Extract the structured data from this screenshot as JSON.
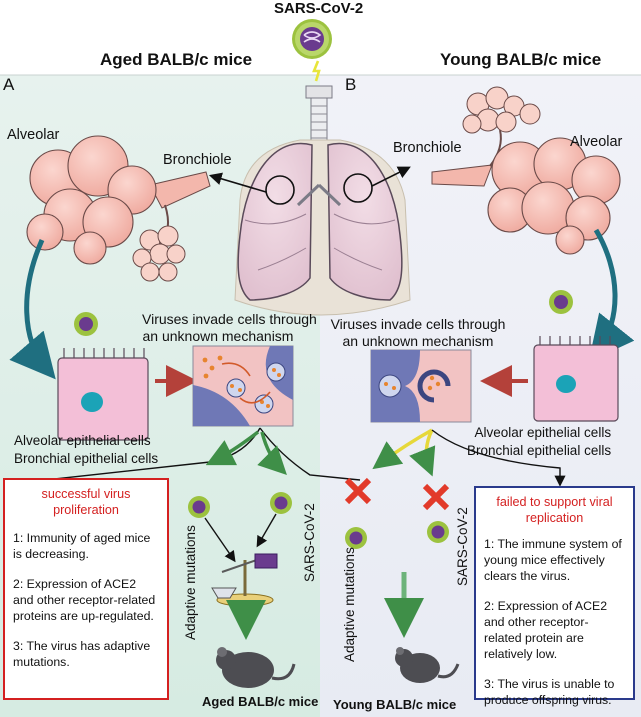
{
  "virus_label": "SARS-CoV-2",
  "left": {
    "letter": "A",
    "title": "Aged BALB/c mice",
    "alveolar": "Alveolar",
    "bronchiole": "Bronchiole",
    "mechanism": [
      "Viruses invade cells through",
      "an unknown mechanism"
    ],
    "cells": [
      "Alveolar epithelial cells",
      "Bronchial epithelial cells"
    ],
    "side_virus_label": "SARS-CoV-2",
    "adaptive": "Adaptive mutations",
    "result_box": {
      "heading": "successful virus proliferation",
      "items": [
        "1: Immunity of aged mice is decreasing.",
        "2: Expression of ACE2 and other receptor-related proteins are up-regulated.",
        "3: The virus has adaptive mutations."
      ]
    },
    "bottom_label": "Aged BALB/c mice"
  },
  "right": {
    "letter": "B",
    "title": "Young BALB/c mice",
    "alveolar": "Alveolar",
    "bronchiole": "Bronchiole",
    "mechanism": [
      "Viruses invade cells through",
      "an unknown mechanism"
    ],
    "cells": [
      "Alveolar epithelial cells",
      "Bronchial epithelial cells"
    ],
    "side_virus_label": "SARS-CoV-2",
    "adaptive": "Adaptive mutations",
    "result_box": {
      "heading": "failed to support viral replication",
      "items": [
        "1: The immune system of young mice effectively clears the virus.",
        "2: Expression of ACE2 and other receptor-related protein are relatively low.",
        "3: The virus is unable to produce offspring virus."
      ]
    },
    "bottom_label": "Young BALB/c mice"
  },
  "colors": {
    "left_panel_bg": "#dfeee7",
    "right_panel_bg": "#edeff6",
    "left_box_border": "#d42020",
    "right_box_border": "#2a3a8c",
    "red_heading": "#d42020",
    "green_arrow": "#4c9b50",
    "yellow_arrow": "#e6d83a",
    "red_x": "#e23a2a"
  }
}
